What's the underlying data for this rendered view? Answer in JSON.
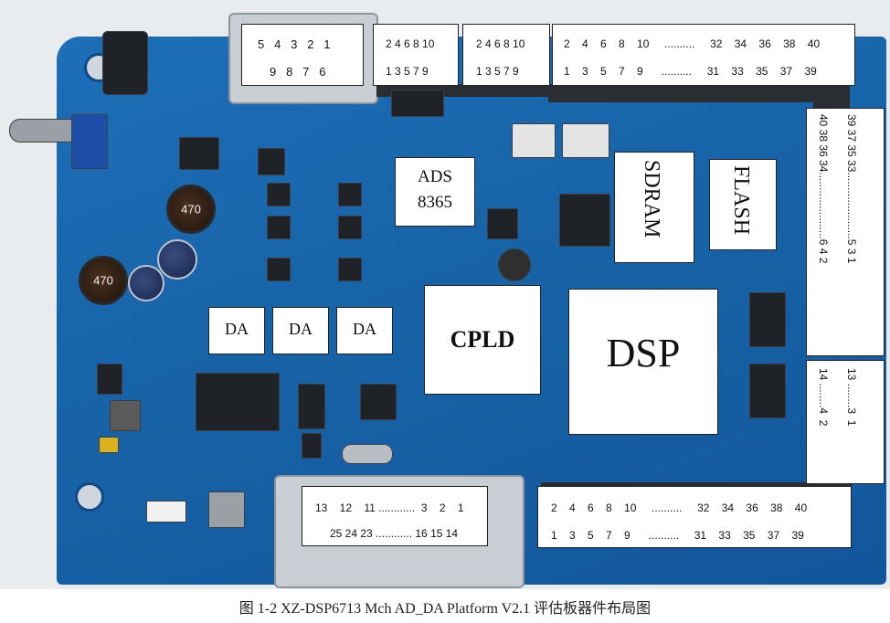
{
  "connectors": {
    "db9_top": [
      "5   4   3   2   1",
      "9   8   7   6"
    ],
    "hdr_a": [
      "2 4 6 8 10",
      "1 3 5 7 9"
    ],
    "hdr_b": [
      "2 4 6 8 10",
      "1 3 5 7 9"
    ],
    "hdr40_top": [
      "2    4    6    8    10     ..........     32    34    36    38    40",
      "1    3    5    7    9      ..........     31    33    35    37    39"
    ],
    "hdr40_right_col1": "40 38 36 34......................6 4 2",
    "hdr40_right_col2": "39 37 35 33......................5 3 1",
    "hdr14_col1": "14 ........4  2",
    "hdr14_col2": "13 ........3  1",
    "db25": [
      "13    12    11 ............  3    2    1",
      "25 24 23 ............ 16 15 14"
    ],
    "hdr40_bottom": [
      "2    4    6    8    10     ..........     32    34    36    38    40",
      "1    3    5    7    9      ..........     31    33    35    37    39"
    ]
  },
  "components": {
    "ads": [
      "ADS",
      "8365"
    ],
    "sdram": "SDRAM",
    "flash": "FLASH",
    "da1": "DA",
    "da2": "DA",
    "da3": "DA",
    "cpld": "CPLD",
    "dsp": "DSP"
  },
  "board_text": {
    "inductor1": "470",
    "inductor2": "470"
  },
  "caption": "图 1-2 XZ-DSP6713 Mch AD_DA Platform V2.1 评估板器件布局图"
}
